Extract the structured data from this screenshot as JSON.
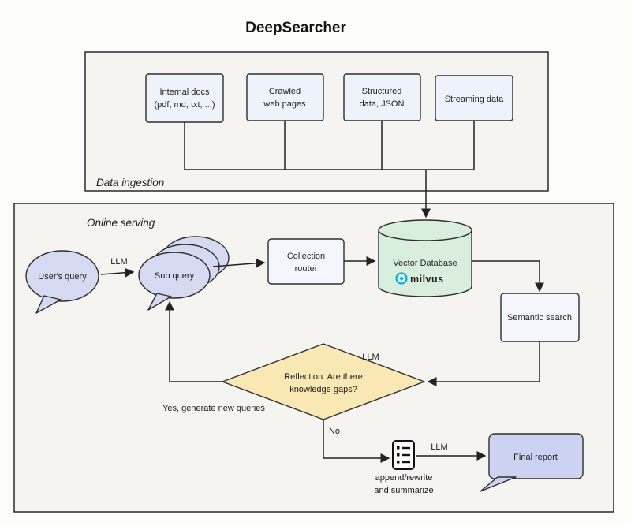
{
  "title": "DeepSearcher",
  "colors": {
    "panel": "#f5f4f1",
    "source_box": "#edf2fb",
    "bubble": "#d5daf2",
    "process_box": "#f3f6fc",
    "cylinder": "#d9eedd",
    "diamond": "#f9e8b4",
    "final_report": "#cbd2f2",
    "milvus": "#00b0e8"
  },
  "ingestion": {
    "label": "Data ingestion",
    "sources": [
      {
        "line1": "Internal docs",
        "line2": "(pdf, md, txt, ...)"
      },
      {
        "line1": "Crawled",
        "line2": "web pages"
      },
      {
        "line1": "Structured",
        "line2": "data, JSON"
      },
      {
        "line1": "Streaming data",
        "line2": ""
      }
    ]
  },
  "serving": {
    "label": "Online serving",
    "user_query": "User's query",
    "llm_1": "LLM",
    "sub_query": "Sub query",
    "collection_router_line1": "Collection",
    "collection_router_line2": "router",
    "vector_database": "Vector Database",
    "milvus": "milvus",
    "semantic_search": "Semantic search",
    "reflection_line1": "Reflection. Are there",
    "reflection_line2": "knowledge gaps?",
    "llm_2": "LLM",
    "yes_label": "Yes, generate new queries",
    "no_label": "No",
    "append_line1": "append/rewrite",
    "append_line2": "and summarize",
    "llm_3": "LLM",
    "final_report": "Final report"
  }
}
